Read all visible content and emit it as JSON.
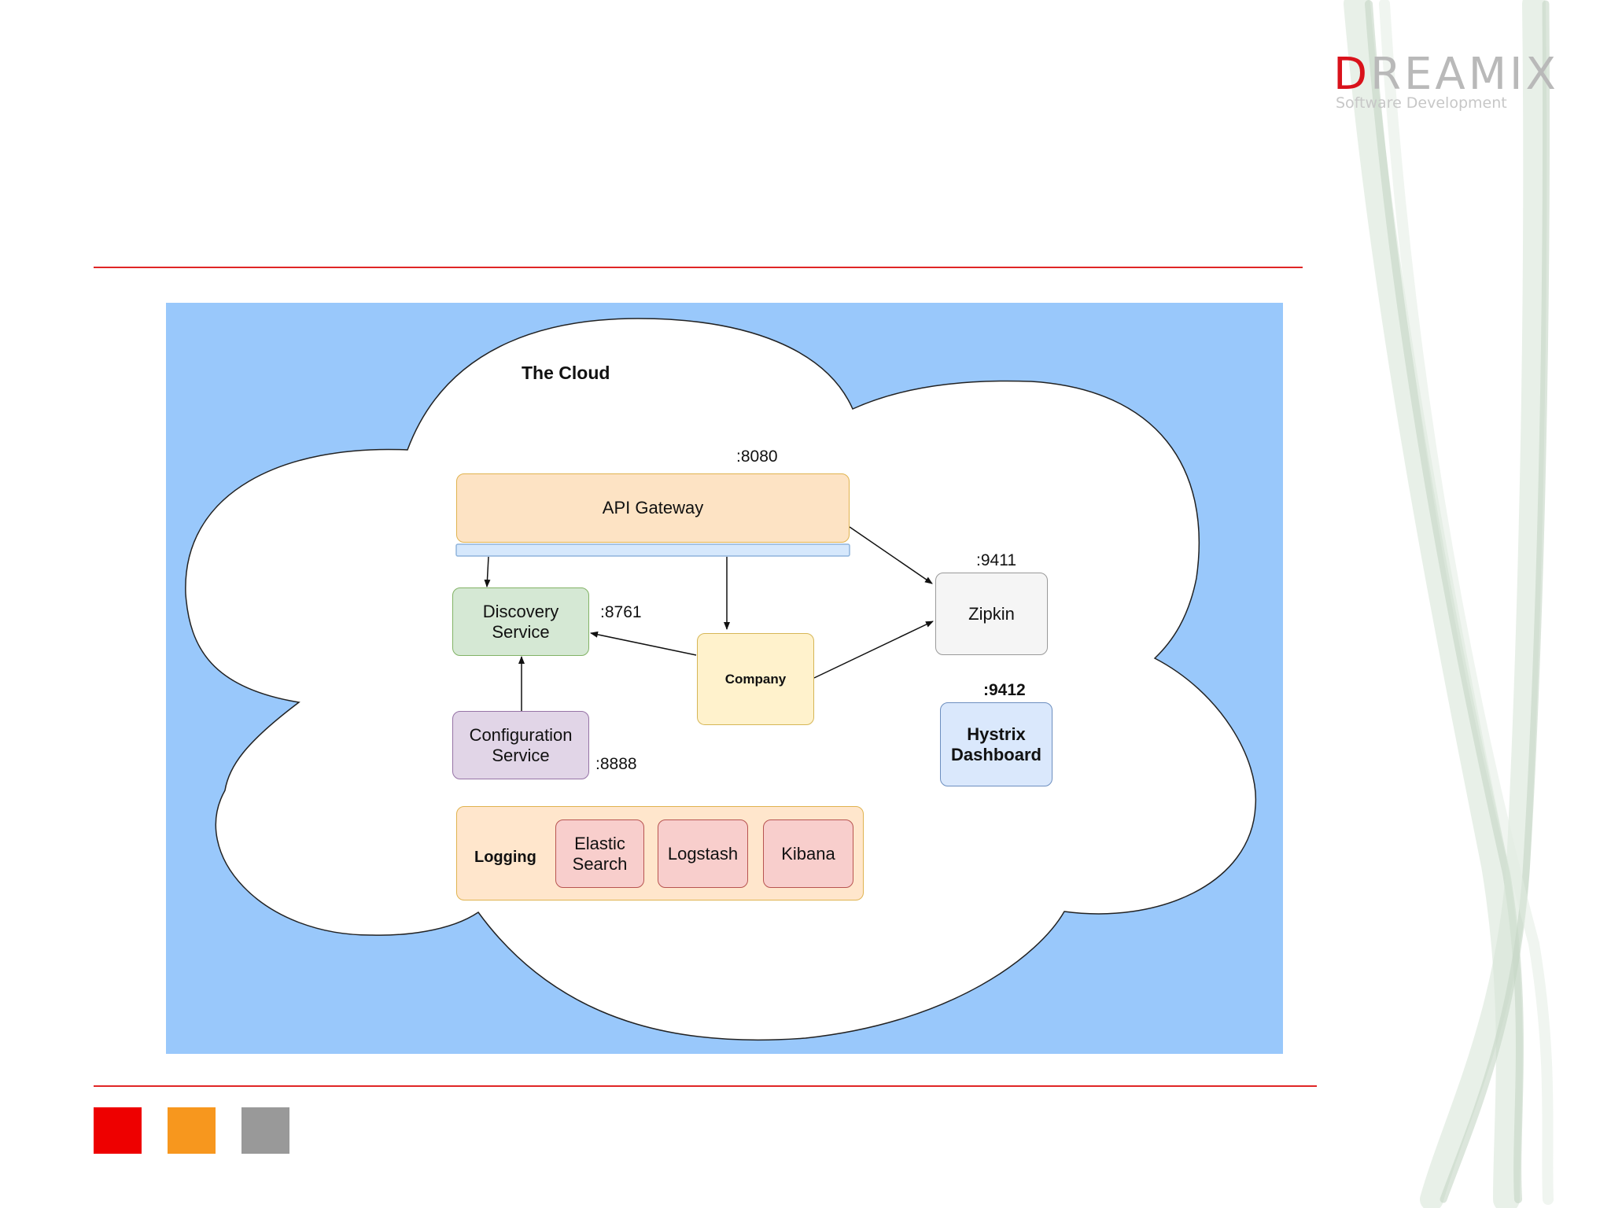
{
  "branding": {
    "logo_first_letter": "D",
    "logo_rest": "REAMIX",
    "tagline": "Software Development",
    "brand_color": "#d9121b"
  },
  "diagram": {
    "title": "The Cloud",
    "ports": {
      "gateway": ":8080",
      "discovery": ":8761",
      "config": ":8888",
      "zipkin": ":9411",
      "hystrix": ":9412"
    },
    "nodes": {
      "gateway": "API Gateway",
      "discovery_line1": "Discovery",
      "discovery_line2": "Service",
      "config_line1": "Configuration",
      "config_line2": "Service",
      "company": "Company",
      "zipkin": "Zipkin",
      "hystrix_line1": "Hystrix",
      "hystrix_line2": "Dashboard",
      "logging": "Logging",
      "elastic_line1": "Elastic",
      "elastic_line2": "Search",
      "logstash": "Logstash",
      "kibana": "Kibana"
    },
    "colors": {
      "background": "#99c8fb",
      "gateway": "#fde3c4",
      "discovery": "#d5e8d4",
      "config": "#e1d5e7",
      "company": "#fff2cc",
      "zipkin": "#f5f5f5",
      "hystrix": "#dae8fc",
      "logging": "#ffe6cc",
      "logging_items": "#f8cecc"
    }
  },
  "footer": {
    "swatches": [
      "#ee0000",
      "#f7971e",
      "#999999"
    ],
    "divider_color": "#e02626"
  }
}
